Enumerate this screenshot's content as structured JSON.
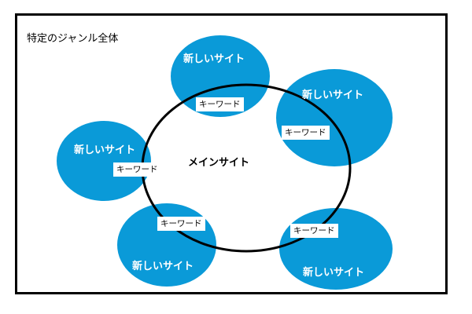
{
  "genre_label": "特定のジャンル全体",
  "main_site": {
    "label": "メインサイト"
  },
  "satellites": [
    {
      "label": "新しいサイト",
      "keyword": "キーワード"
    },
    {
      "label": "新しいサイト",
      "keyword": "キーワード"
    },
    {
      "label": "新しいサイト",
      "keyword": "キーワード"
    },
    {
      "label": "新しいサイト",
      "keyword": "キーワード"
    },
    {
      "label": "新しいサイト",
      "keyword": "キーワード"
    }
  ],
  "colors": {
    "satellite_fill": "#0a9ad8",
    "outline": "#000000",
    "background": "#ffffff"
  }
}
